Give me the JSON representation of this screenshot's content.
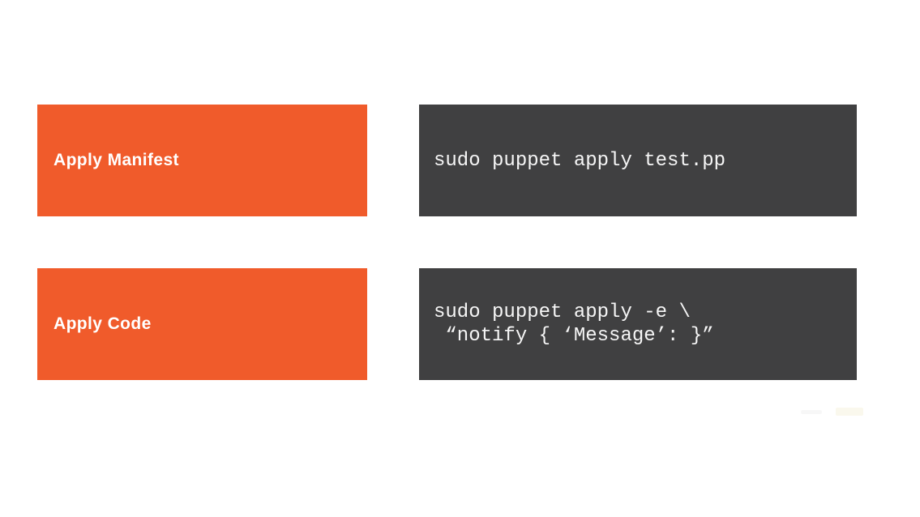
{
  "page": {
    "background": "#ffffff"
  },
  "colors": {
    "accent_orange": "#f05b2b",
    "code_background": "#404041",
    "label_text": "#ffffff",
    "code_text": "#f6f6f6"
  },
  "rows": [
    {
      "label": "Apply Manifest",
      "code_lines": [
        "sudo puppet apply test.pp"
      ]
    },
    {
      "label": "Apply Code",
      "code_lines": [
        "sudo puppet apply -e \\",
        " “notify { ‘Message’: }”"
      ]
    }
  ]
}
